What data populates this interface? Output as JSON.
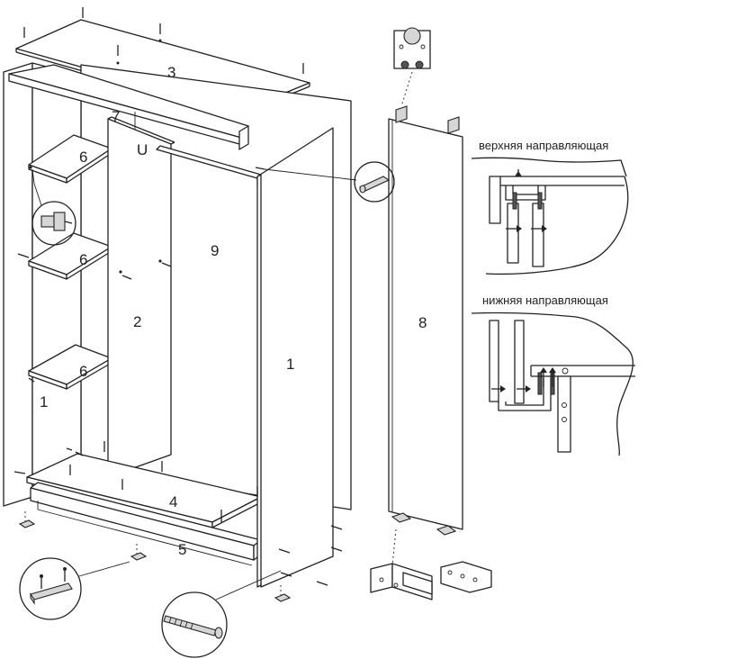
{
  "labels": {
    "p1_left": "1",
    "p1_right": "1",
    "p2": "2",
    "p3": "3",
    "p4": "4",
    "p5": "5",
    "p6_top": "6",
    "p6_mid": "6",
    "p6_low": "6",
    "p7": "7",
    "p8": "8",
    "p9": "9",
    "hook": "U"
  },
  "captions": {
    "upper_rail": "верхняя направляющая",
    "lower_rail": "нижняя направляющая"
  }
}
